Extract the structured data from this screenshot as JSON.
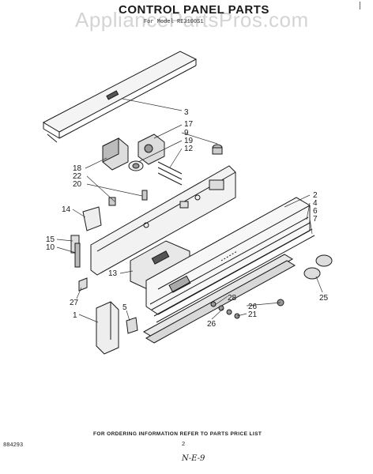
{
  "header": {
    "title": "CONTROL PANEL PARTS",
    "subtitle": "For Model RE3100S1",
    "watermark": "AppliancePartsPros.com"
  },
  "callouts": [
    "3",
    "17",
    "9",
    "19",
    "12",
    "18",
    "22",
    "20",
    "14",
    "15",
    "10",
    "13",
    "27",
    "1",
    "5",
    "2",
    "4",
    "6",
    "7",
    "25",
    "28",
    "26",
    "21",
    "26"
  ],
  "footer": {
    "note": "FOR ORDERING INFORMATION REFER TO PARTS PRICE LIST",
    "doc_number": "884293",
    "page_number": "2",
    "handwritten": "N-E-9"
  }
}
